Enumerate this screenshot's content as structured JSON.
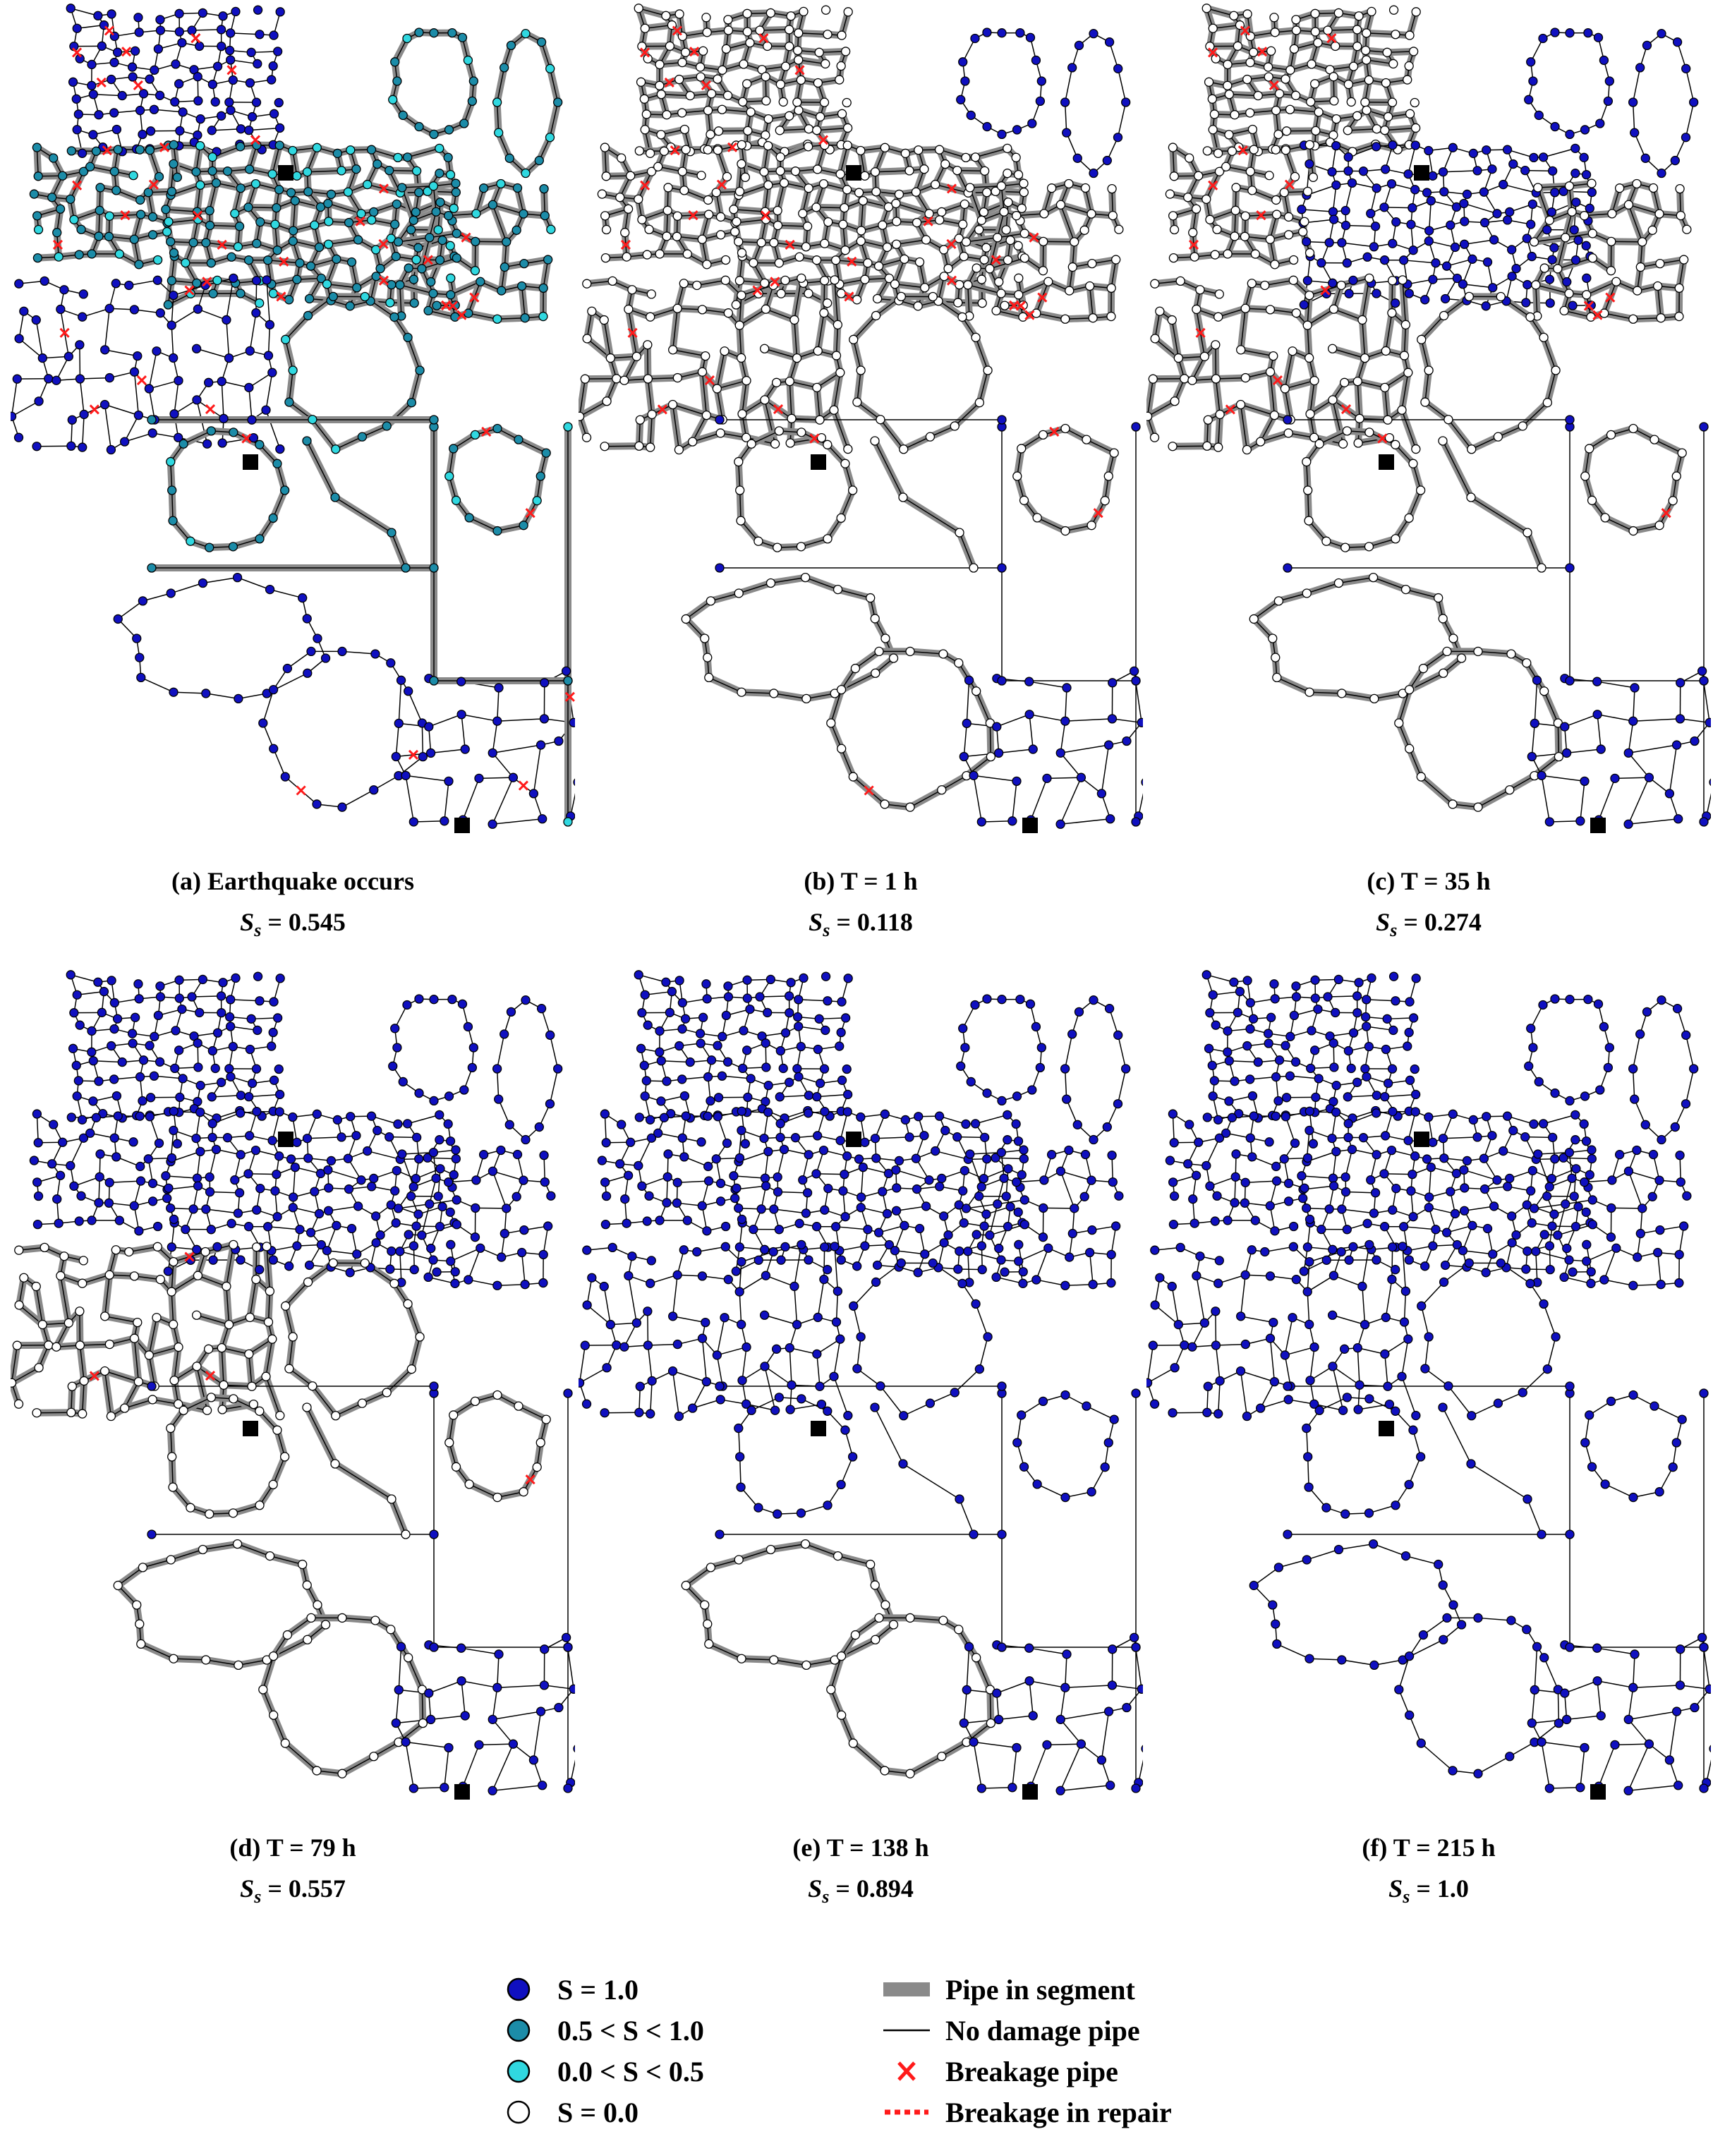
{
  "panels": [
    {
      "caption": "(a) Earthquake occurs",
      "ss_label": "S",
      "ss_sub": "s",
      "ss_value": "= 0.545",
      "state": "quake",
      "repair": 0
    },
    {
      "caption": "(b) T = 1 h",
      "ss_label": "S",
      "ss_sub": "s",
      "ss_value": "= 0.118",
      "state": "isolated",
      "repair": 0
    },
    {
      "caption": "(c) T = 35 h",
      "ss_label": "S",
      "ss_sub": "s",
      "ss_value": "= 0.274",
      "state": "repair",
      "repair": 0.25
    },
    {
      "caption": "(d) T = 79 h",
      "ss_label": "S",
      "ss_sub": "s",
      "ss_value": "= 0.557",
      "state": "repair",
      "repair": 0.55
    },
    {
      "caption": "(e) T = 138 h",
      "ss_label": "S",
      "ss_sub": "s",
      "ss_value": "= 0.894",
      "state": "repair",
      "repair": 0.9
    },
    {
      "caption": "(f) T = 215 h",
      "ss_label": "S",
      "ss_sub": "s",
      "ss_value": "= 1.0",
      "state": "restored",
      "repair": 1.0
    }
  ],
  "legend": {
    "nodes": [
      {
        "label": "S = 1.0",
        "color": "#1010c0"
      },
      {
        "label": "0.5 < S < 1.0",
        "color": "#1c8ca8"
      },
      {
        "label": "0.0 < S < 0.5",
        "color": "#30d8e0"
      },
      {
        "label": "S = 0.0",
        "color": "#ffffff"
      }
    ],
    "pipes": [
      {
        "label": "Pipe in segment",
        "icon": "thick-gray-line"
      },
      {
        "label": "No damage pipe",
        "icon": "thin-black-line"
      },
      {
        "label": "Breakage pipe",
        "icon": "red-x"
      },
      {
        "label": "Breakage in repair",
        "icon": "red-dotted-line"
      }
    ]
  },
  "colors": {
    "segment_pipe": "#8a8a8a",
    "pipe": "#000000",
    "breakage": "#ff1a1a",
    "reservoir": "#000000"
  }
}
